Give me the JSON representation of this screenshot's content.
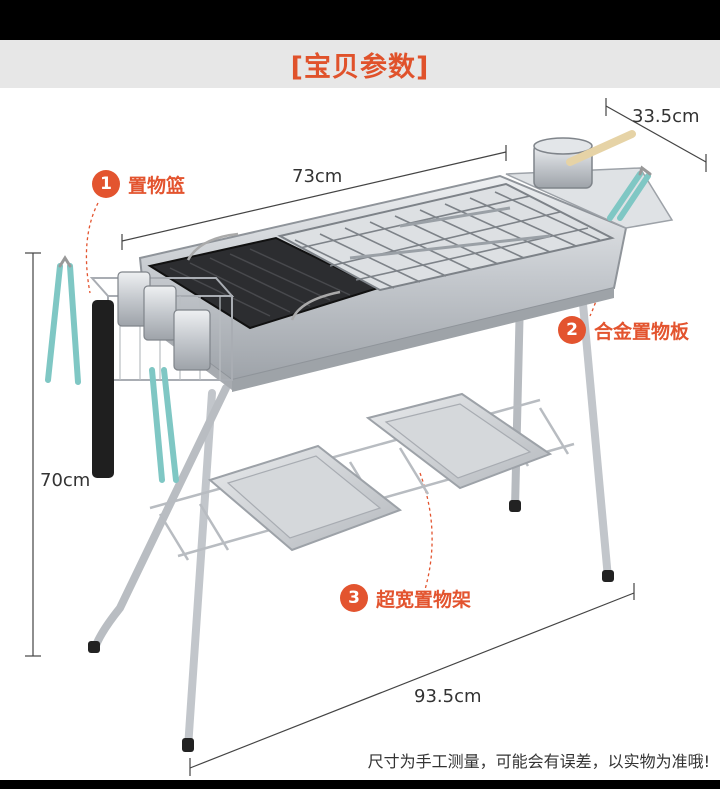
{
  "header": {
    "title": "[宝贝参数]"
  },
  "dimensions": {
    "width_top": "73cm",
    "depth": "33.5cm",
    "height": "70cm",
    "width_leg": "93.5cm"
  },
  "callouts": [
    {
      "number": "1",
      "label": "置物篮"
    },
    {
      "number": "2",
      "label": "合金置物板"
    },
    {
      "number": "3",
      "label": "超宽置物架"
    }
  ],
  "note": "尺寸为手工测量，可能会有误差，以实物为准哦!",
  "colors": {
    "accent": "#e3542f",
    "header_bg": "#e7e7e7",
    "steel": "#c9ccd0",
    "tool_handle": "#7fc7c4"
  }
}
